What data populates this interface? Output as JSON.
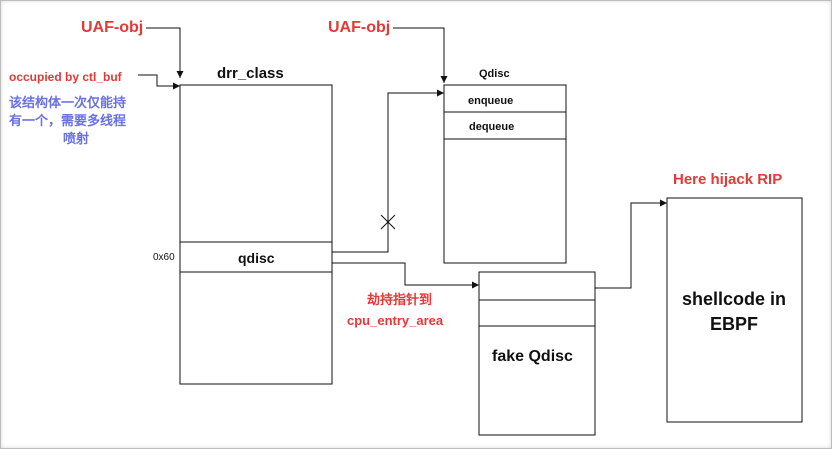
{
  "labels": {
    "uaf_left": "UAF-obj",
    "uaf_right": "UAF-obj",
    "occupied": "occupied by ctl_buf",
    "note_line1": "该结构体一次仅能持",
    "note_line2": "有一个，需要多线程",
    "note_line3": "喷射",
    "hijack_line1": "劫持指针到",
    "hijack_line2": "cpu_entry_area",
    "here_hijack": "Here hijack RIP"
  },
  "drr_class": {
    "title": "drr_class",
    "offset": "0x60",
    "field": "qdisc"
  },
  "qdisc_struct": {
    "title": "Qdisc",
    "field1": "enqueue",
    "field2": "dequeue"
  },
  "fake_qdisc": {
    "title": "fake Qdisc"
  },
  "shellcode": {
    "line1": "shellcode in",
    "line2": "EBPF"
  },
  "colors": {
    "red": "#e53935",
    "blue": "#6a72e0",
    "line": "#111111"
  }
}
